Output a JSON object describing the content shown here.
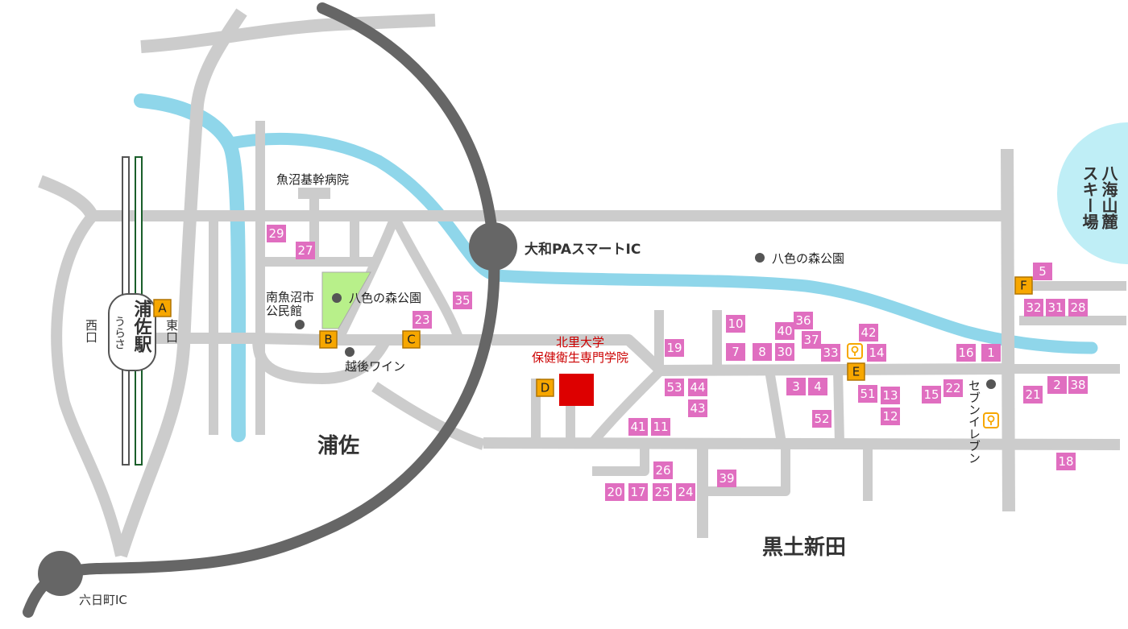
{
  "colors": {
    "road": "#cccccc",
    "expressway": "#666666",
    "river": "#8fd6ea",
    "park": "#b8f08a",
    "marker": "#e06ec0",
    "letter_marker": "#f7a700",
    "school": "#dd0000",
    "school_text": "#cc0000",
    "ski": "#bfeef6"
  },
  "station": {
    "name": "浦佐駅",
    "reading": "うらさ",
    "west_exit": "西口",
    "east_exit": "東口"
  },
  "school": {
    "line1": "北里大学",
    "line2": "保健衛生専門学院"
  },
  "areas": {
    "urasa": "浦佐",
    "kurotoshinden": "黒土新田"
  },
  "ski_area": "八海山麓スキー場",
  "interchanges": {
    "yamato": "大和PAスマートIC",
    "muikamachi": "六日町IC"
  },
  "landmarks": {
    "hospital": "魚沼基幹病院",
    "community_center_line1": "南魚沼市",
    "community_center_line2": "公民館",
    "park_left": "八色の森公園",
    "park_right": "八色の森公園",
    "winery": "越後ワイン",
    "seven_eleven": "セブンイレブン"
  },
  "letter_markers": [
    "A",
    "B",
    "C",
    "D",
    "E",
    "F"
  ],
  "number_markers": [
    "1",
    "2",
    "3",
    "4",
    "5",
    "7",
    "8",
    "10",
    "11",
    "12",
    "13",
    "14",
    "15",
    "16",
    "17",
    "18",
    "19",
    "20",
    "21",
    "22",
    "23",
    "24",
    "25",
    "26",
    "27",
    "28",
    "29",
    "30",
    "31",
    "32",
    "33",
    "35",
    "36",
    "37",
    "38",
    "39",
    "40",
    "41",
    "42",
    "43",
    "44",
    "51",
    "52",
    "53"
  ],
  "icons": [
    "map-pin-icon",
    "map-pin-icon"
  ]
}
